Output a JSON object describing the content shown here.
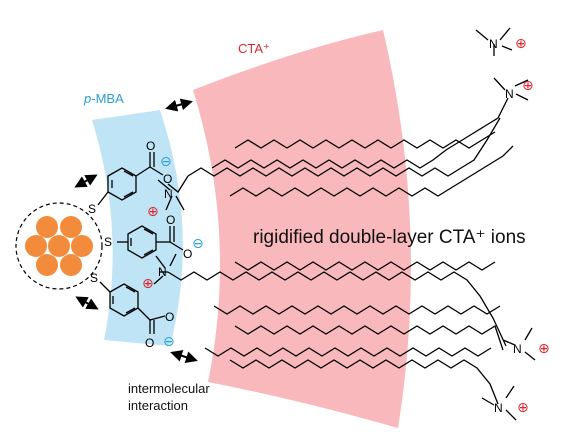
{
  "labels": {
    "cta_title": "CTA⁺",
    "pmba_prefix": "p",
    "pmba_rest": "-MBA",
    "main_text": "rigidified double-layer CTA⁺ ions",
    "interaction_line1": "intermolecular",
    "interaction_line2": "interaction"
  },
  "atoms": {
    "sulfur": "S",
    "oxygen": "O",
    "nitrogen": "N",
    "positive": "⊕",
    "negative": "⊖"
  },
  "colors": {
    "cta_band": "#f8b8bc",
    "mba_band": "#bfe4f5",
    "cta_text": "#d8262f",
    "mba_text": "#2a9fd6",
    "nanoparticle": "#f28c3c",
    "charge_positive": "#d8262f",
    "charge_negative": "#2a9fd6",
    "bonds": "#000000"
  }
}
